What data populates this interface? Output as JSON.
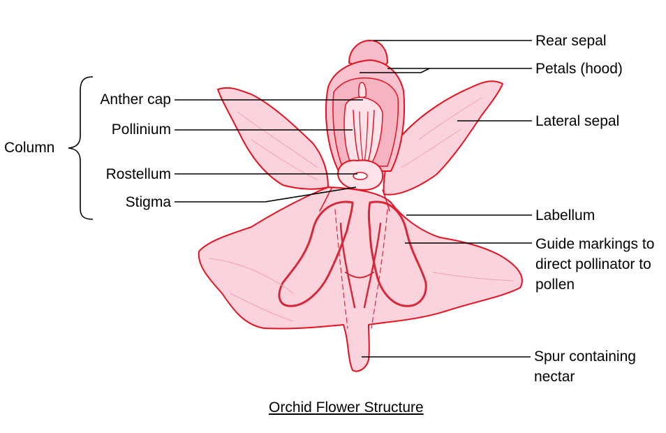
{
  "title": "Orchid Flower Structure",
  "labels": {
    "rear_sepal": "Rear sepal",
    "petals_hood": "Petals (hood)",
    "lateral_sepal": "Lateral sepal",
    "labellum": "Labellum",
    "guide_markings": "Guide markings to direct pollinator to pollen",
    "spur": "Spur containing nectar",
    "anther_cap": "Anther cap",
    "pollinium": "Pollinium",
    "rostellum": "Rostellum",
    "stigma": "Stigma",
    "column": "Column"
  },
  "colors": {
    "petal_fill": "#fbd3dd",
    "outline": "#e8101e",
    "marking": "#d7283a",
    "leader": "#000000"
  }
}
